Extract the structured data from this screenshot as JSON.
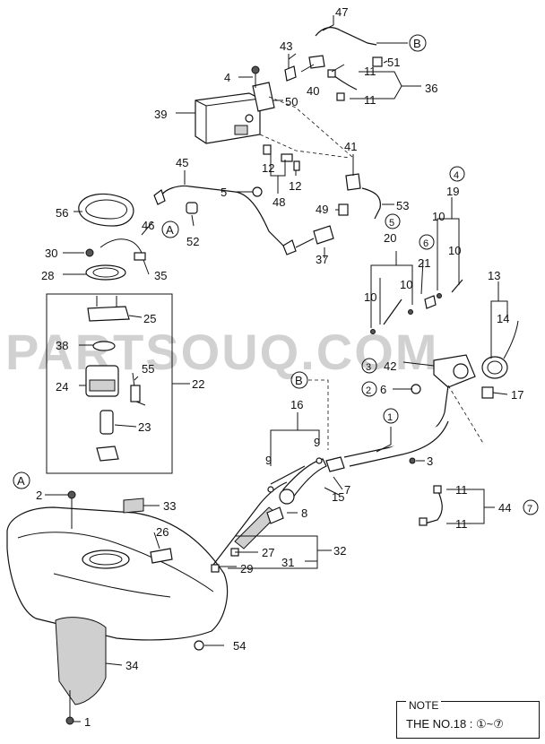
{
  "watermark": "PARTSOUQ.COM",
  "labels": {
    "n1": "1",
    "n2": "2",
    "n3": "3",
    "n4": "4",
    "n5": "5",
    "n6": "6",
    "n7": "7",
    "n8": "8",
    "n9a": "9",
    "n9b": "9",
    "n10a": "10",
    "n10b": "10",
    "n10c": "10",
    "n10d": "10",
    "n11a": "11",
    "n11b": "11",
    "n11c": "11",
    "n11d": "11",
    "n12a": "12",
    "n12b": "12",
    "n13": "13",
    "n14": "14",
    "n15": "15",
    "n16": "16",
    "n17": "17",
    "n19": "19",
    "n20": "20",
    "n21": "21",
    "n22": "22",
    "n23": "23",
    "n24": "24",
    "n25": "25",
    "n26": "26",
    "n27": "27",
    "n28": "28",
    "n29": "29",
    "n30": "30",
    "n31": "31",
    "n32": "32",
    "n33": "33",
    "n34": "34",
    "n35": "35",
    "n36": "36",
    "n37": "37",
    "n38": "38",
    "n39": "39",
    "n40": "40",
    "n41": "41",
    "n42": "42",
    "n43": "43",
    "n44": "44",
    "n45": "45",
    "n46": "46",
    "n47": "47",
    "n48": "48",
    "n49": "49",
    "n50": "50",
    "n51": "51",
    "n52": "52",
    "n53": "53",
    "n54": "54",
    "n55": "55",
    "n56": "56"
  },
  "refs": {
    "A1": "A",
    "A2": "A",
    "B1": "B",
    "B2": "B",
    "c1": "1",
    "c2": "2",
    "c3": "3",
    "c4": "4",
    "c5": "5",
    "c6": "6",
    "c7": "7"
  },
  "note": {
    "title": "NOTE",
    "text": "THE NO.18 : ①~⑦"
  }
}
